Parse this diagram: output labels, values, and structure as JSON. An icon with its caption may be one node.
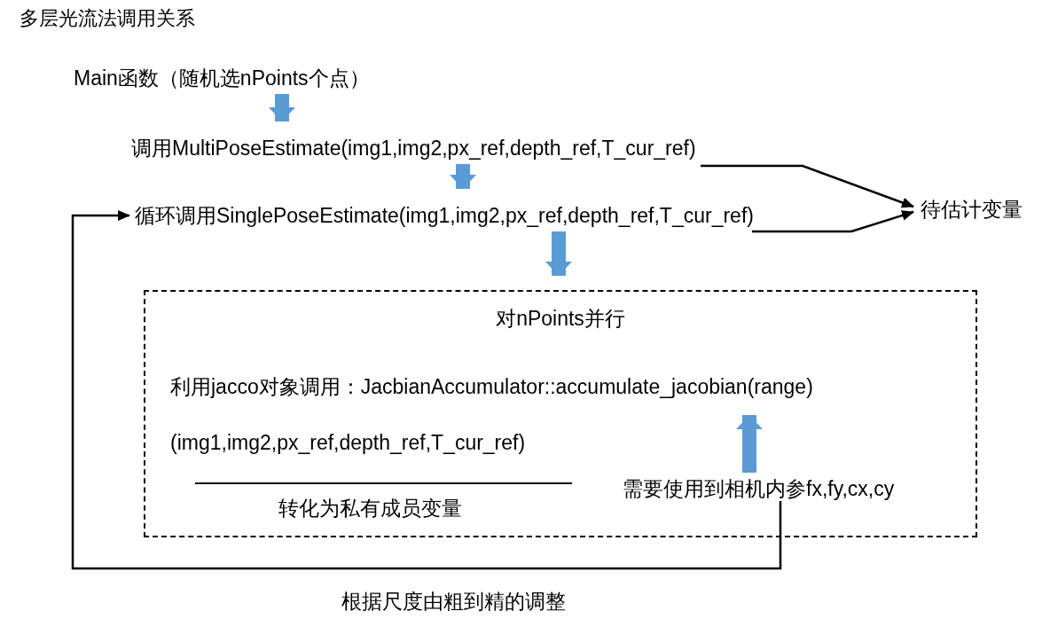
{
  "diagram": {
    "title": "多层光流法调用关系",
    "nodes": [
      {
        "text": [
          "Main函数（随机选nPoints个点）"
        ]
      },
      {
        "text": [
          "调用MultiPoseEstimate(img1,img2,px_ref,depth_ref,T_cur_ref)"
        ]
      },
      {
        "text": [
          "循环调用SinglePoseEstimate(img1,img2,px_ref,depth_ref,T_cur_ref)"
        ]
      },
      {
        "text": [
          "待估计变量"
        ]
      },
      {
        "text": [
          "对nPoints并行"
        ]
      },
      {
        "text": [
          "利用jacco对象调用：JacbianAccumulator::accumulate_jacobian(range)"
        ],
        "in": 4
      },
      {
        "text": [
          "(img1,img2,px_ref,depth_ref,T_cur_ref)"
        ],
        "in": 4
      },
      {
        "text": [
          "转化为私有成员变量"
        ],
        "in": 4
      },
      {
        "text": [
          "需要使用到相机内参fx,fy,cx,cy"
        ],
        "in": 4
      }
    ],
    "edges": [
      {
        "from": 0,
        "to": 1,
        "arrow": "to",
        "color": "#5b9bd5"
      },
      {
        "from": 1,
        "to": 2,
        "arrow": "to",
        "color": "#5b9bd5"
      },
      {
        "from": 2,
        "to": 4,
        "arrow": "to",
        "color": "#5b9bd5"
      },
      {
        "from": 8,
        "to": 5,
        "arrow": "to",
        "color": "#5b9bd5"
      },
      {
        "from": 1,
        "to": 3,
        "arrow": "to",
        "color": "#000000"
      },
      {
        "from": 2,
        "to": 3,
        "arrow": "to",
        "color": "#000000"
      },
      {
        "from": 8,
        "to": 2,
        "arrow": "to",
        "label": "根据尺度由粗到精的调整",
        "color": "#000000"
      }
    ]
  }
}
